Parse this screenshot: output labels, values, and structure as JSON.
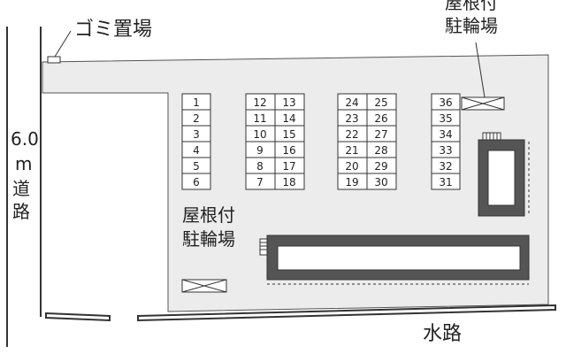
{
  "road": {
    "width": "6.0",
    "unit": "m",
    "label_1": "道",
    "label_2": "路"
  },
  "garbage": {
    "label": "ゴミ置場"
  },
  "bike_top": {
    "line_1": "屋根付",
    "line_2": "駐輪場"
  },
  "bike_mid": {
    "line_1": "屋根付",
    "line_2": "駐輪場"
  },
  "waterway": {
    "label": "水路"
  },
  "parking": {
    "col1": [
      "1",
      "2",
      "3",
      "4",
      "5",
      "6"
    ],
    "col2a": [
      "12",
      "11",
      "10",
      "9",
      "8",
      "7"
    ],
    "col2b": [
      "13",
      "14",
      "15",
      "16",
      "17",
      "18"
    ],
    "col3a": [
      "24",
      "23",
      "22",
      "21",
      "20",
      "19"
    ],
    "col3b": [
      "25",
      "26",
      "27",
      "28",
      "29",
      "30"
    ],
    "col4": [
      "36",
      "35",
      "34",
      "33",
      "32",
      "31"
    ]
  },
  "colors": {
    "lot": "#ececec",
    "line": "#333333",
    "building": "#555555"
  }
}
